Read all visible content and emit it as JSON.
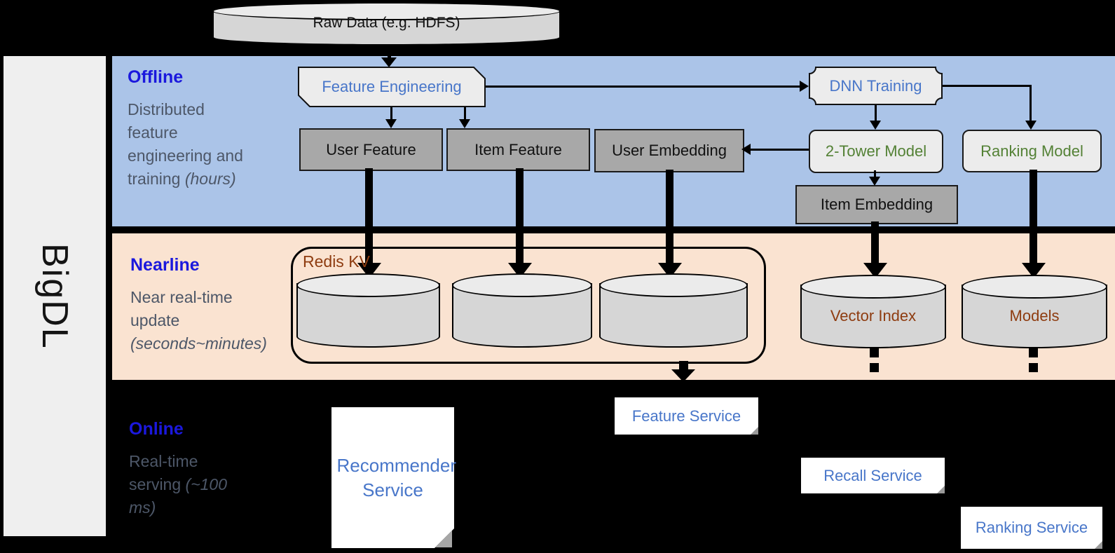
{
  "colors": {
    "band-blue": "#abc4e8",
    "band-peach": "#fae3d1",
    "heading-blue": "#1b18dd",
    "subtitle-gray": "#4d5768",
    "node-dark-gray": "#a8a8a8",
    "node-light-gray": "#ececec",
    "text-blue": "#4876c9",
    "text-green": "#538135",
    "text-brown": "#8e3c10",
    "cylinder-body": "#d6d6d6",
    "cylinder-top": "#ebebeb",
    "service-bg": "#ffffff"
  },
  "brand": "BigDL",
  "raw_data": "Raw Data (e.g. HDFS)",
  "bands": {
    "offline": {
      "title": "Offline",
      "desc": "Distributed feature engineering and training ",
      "desc_italic": "(hours)"
    },
    "nearline": {
      "title": "Nearline",
      "desc": "Near real-time update ",
      "desc_italic": "(seconds~minutes)"
    },
    "online": {
      "title": "Online",
      "desc": "Real-time serving ",
      "desc_italic": "(~100 ms)"
    }
  },
  "offline_nodes": {
    "feature_engineering": "Feature Engineering",
    "dnn_training": "DNN Training",
    "user_feature": "User Feature",
    "item_feature": "Item Feature",
    "user_embedding": "User Embedding",
    "two_tower_model": "2-Tower Model",
    "ranking_model": "Ranking Model",
    "item_embedding": "Item Embedding"
  },
  "nearline_nodes": {
    "redis_kv": "Redis KV",
    "vector_index": "Vector Index",
    "models": "Models"
  },
  "online_nodes": {
    "recommender_service": "Recommender Service",
    "feature_service": "Feature Service",
    "recall_service": "Recall Service",
    "ranking_service": "Ranking Service"
  }
}
